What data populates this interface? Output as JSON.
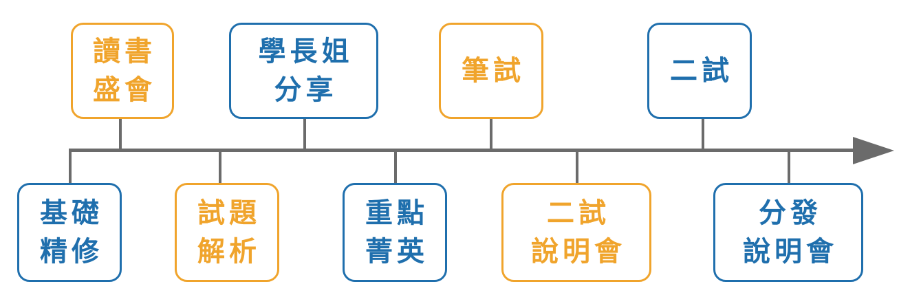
{
  "timeline": {
    "above": [
      {
        "lines": [
          "讀書",
          "盛會"
        ],
        "color": "orange"
      },
      {
        "lines": [
          "學長姐",
          "分享"
        ],
        "color": "blue"
      },
      {
        "lines": [
          "筆試"
        ],
        "color": "orange"
      },
      {
        "lines": [
          "二試"
        ],
        "color": "blue"
      }
    ],
    "below": [
      {
        "lines": [
          "基礎",
          "精修"
        ],
        "color": "blue"
      },
      {
        "lines": [
          "試題",
          "解析"
        ],
        "color": "orange"
      },
      {
        "lines": [
          "重點",
          "菁英"
        ],
        "color": "blue"
      },
      {
        "lines": [
          "二試",
          "說明會"
        ],
        "color": "orange"
      },
      {
        "lines": [
          "分發",
          "說明會"
        ],
        "color": "blue"
      }
    ]
  },
  "colors": {
    "orange": "#f0a42c",
    "blue": "#1f6fad",
    "axis": "#6b6b6b"
  }
}
